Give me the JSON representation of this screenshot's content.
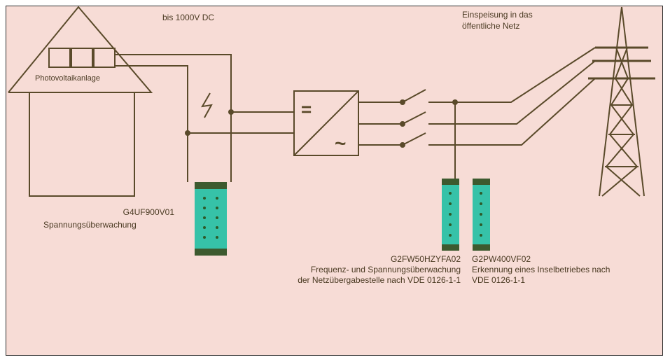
{
  "labels": {
    "pv_label": "Photovoltaikanlage",
    "dc_label": "bis 1000V DC",
    "feed_line1": "Einspeisung in das",
    "feed_line2": "öffentliche Netz",
    "dev1_code": "G4UF900V01",
    "dev1_desc": "Spannungsüberwachung",
    "dev2_code": "G2FW50HZYFA02",
    "dev2_desc1": "Frequenz- und Spannungsüberwachung",
    "dev2_desc2": "der Netzübergabestelle nach VDE 0126-1-1",
    "dev3_code": "G2PW400VF02",
    "dev3_desc1": "Erkennung eines Inselbetriebes nach",
    "dev3_desc2": "VDE 0126-1-1",
    "inverter_dc_symbol": "=",
    "inverter_ac_symbol": "~"
  },
  "colors": {
    "background": "#f7dcd6",
    "line": "#5a4a2a",
    "device_body": "#36c2a8",
    "device_terminal": "#3d5a2f"
  }
}
